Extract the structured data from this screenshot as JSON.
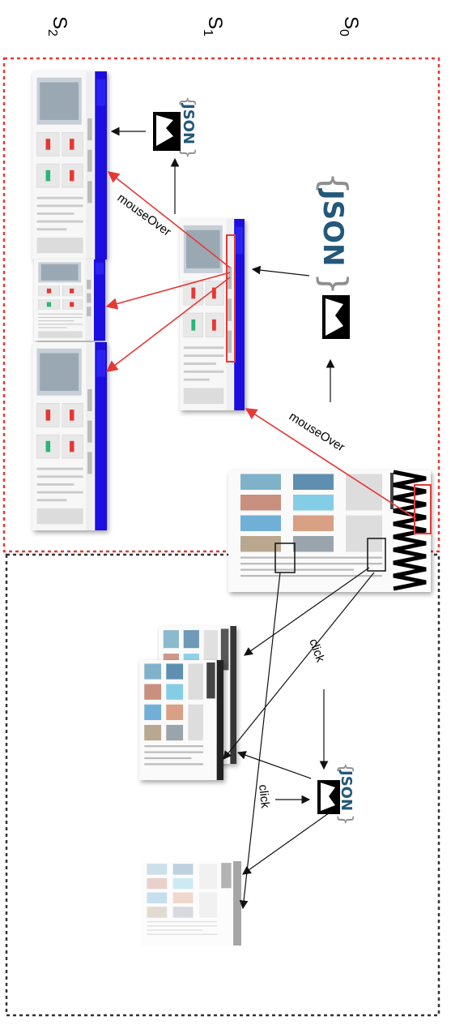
{
  "states": [
    "S0",
    "S1",
    "S2"
  ],
  "state_labels": [
    {
      "base": "S",
      "sub": "0"
    },
    {
      "base": "S",
      "sub": "1"
    },
    {
      "base": "S",
      "sub": "2"
    }
  ],
  "edges": {
    "mouseover_1": "mouseOver",
    "mouseover_2": "mouseOver",
    "click_1": "click",
    "click_2": "click"
  },
  "json_badge": {
    "text": "JSON",
    "open": "{",
    "close": "}"
  },
  "regions": {
    "hover_region_color": "#e53935",
    "click_region_color": "#333333"
  },
  "colors": {
    "highlight": "#e53935",
    "arrow": "#111111",
    "site_blue": "#1a10e0",
    "json_text": "#23587a",
    "json_brace": "#8f8f8f"
  },
  "icons": [
    "image-placeholder-icon",
    "json-icon"
  ]
}
